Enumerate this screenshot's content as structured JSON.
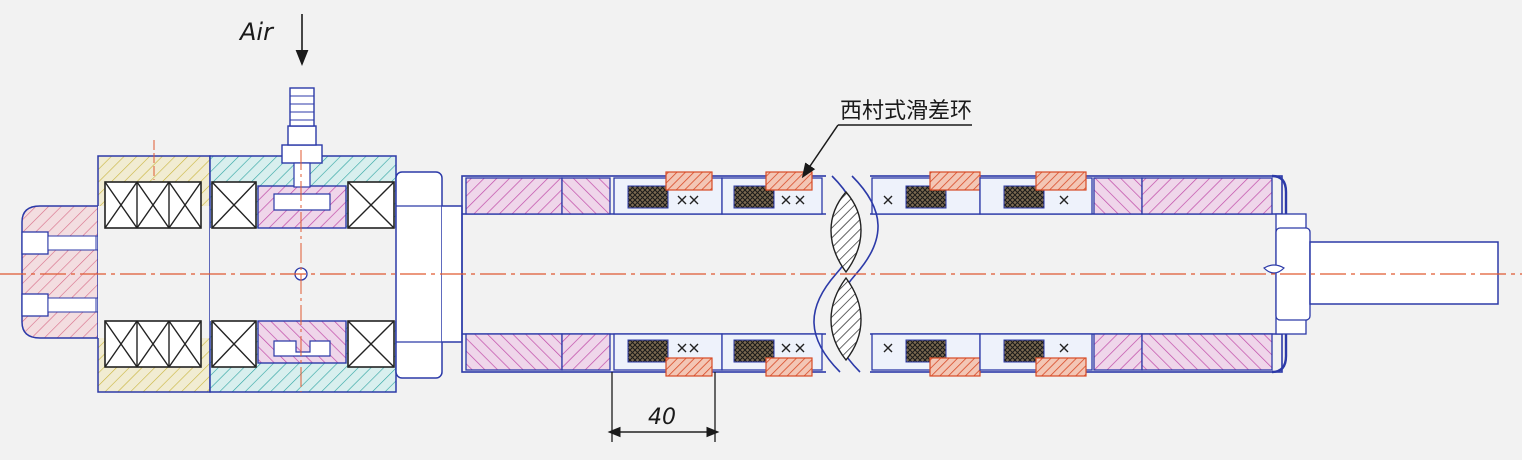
{
  "labels": {
    "air": "Air",
    "slip_ring": "西村式滑差环",
    "dimension": "40"
  },
  "colors": {
    "background": "#f2f2f2",
    "outline": "#2c3aa8",
    "centerline": "#e05a32",
    "hatch_magenta": "#c04aa8",
    "hatch_cyan": "#2aa3a0",
    "hatch_yellow": "#c8b43a",
    "seal_orange": "#d84a26",
    "seal_dark": "#2a2a2a",
    "text": "#1a1a1a"
  }
}
